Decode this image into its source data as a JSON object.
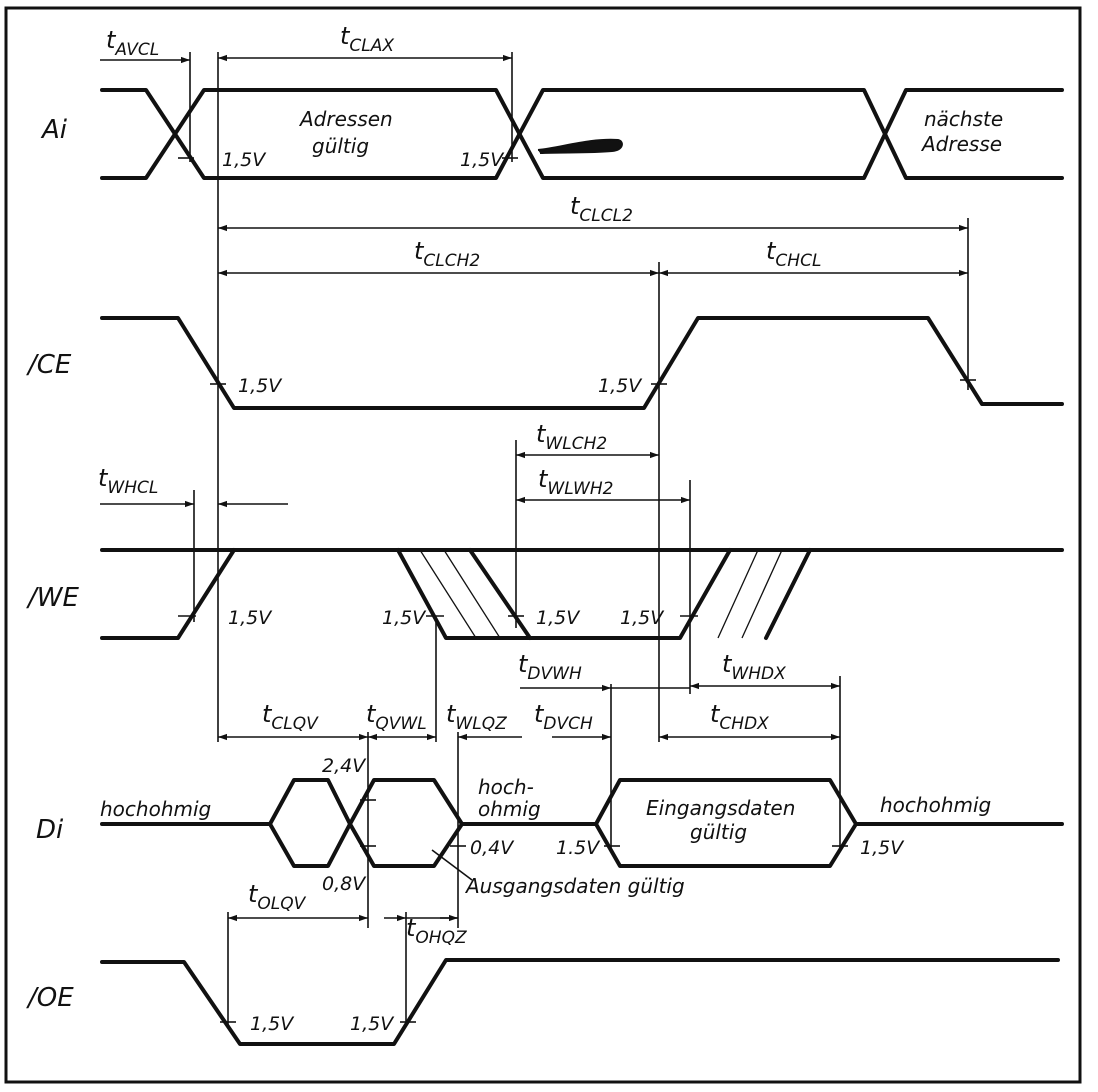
{
  "signals": {
    "ai": "Ai",
    "ce": "/CE",
    "we": "/WE",
    "di": "Di",
    "oe": "/OE"
  },
  "timings": {
    "avcl": {
      "t": "t",
      "sub": "AVCL"
    },
    "clax": {
      "t": "t",
      "sub": "CLAX"
    },
    "clcl2": {
      "t": "t",
      "sub": "CLCL2"
    },
    "clch2": {
      "t": "t",
      "sub": "CLCH2"
    },
    "chcl": {
      "t": "t",
      "sub": "CHCL"
    },
    "wlch2": {
      "t": "t",
      "sub": "WLCH2"
    },
    "wlwh2": {
      "t": "t",
      "sub": "WLWH2"
    },
    "whcl": {
      "t": "t",
      "sub": "WHCL"
    },
    "dvwh": {
      "t": "t",
      "sub": "DVWH"
    },
    "whdx": {
      "t": "t",
      "sub": "WHDX"
    },
    "clqv": {
      "t": "t",
      "sub": "CLQV"
    },
    "qvwl": {
      "t": "t",
      "sub": "QVWL"
    },
    "wlqz": {
      "t": "t",
      "sub": "WLQZ"
    },
    "dvch": {
      "t": "t",
      "sub": "DVCH"
    },
    "chdx": {
      "t": "t",
      "sub": "CHDX"
    },
    "olqv": {
      "t": "t",
      "sub": "OLQV"
    },
    "ohqz": {
      "t": "t",
      "sub": "OHQZ"
    }
  },
  "levels": {
    "v15": "1,5V",
    "v24": "2,4V",
    "v08": "0,8V",
    "v04": "0,4V",
    "v15b": "1.5V"
  },
  "labels": {
    "addr_valid_1": "Adressen",
    "addr_valid_2": "gültig",
    "next_addr_1": "nächste",
    "next_addr_2": "Adresse",
    "high_z": "hochohmig",
    "high_z_split_1": "hoch-",
    "high_z_split_2": "ohmig",
    "input_data_1": "Eingangsdaten",
    "input_data_2": "gültig",
    "output_data": "Ausgangsdaten gültig"
  }
}
